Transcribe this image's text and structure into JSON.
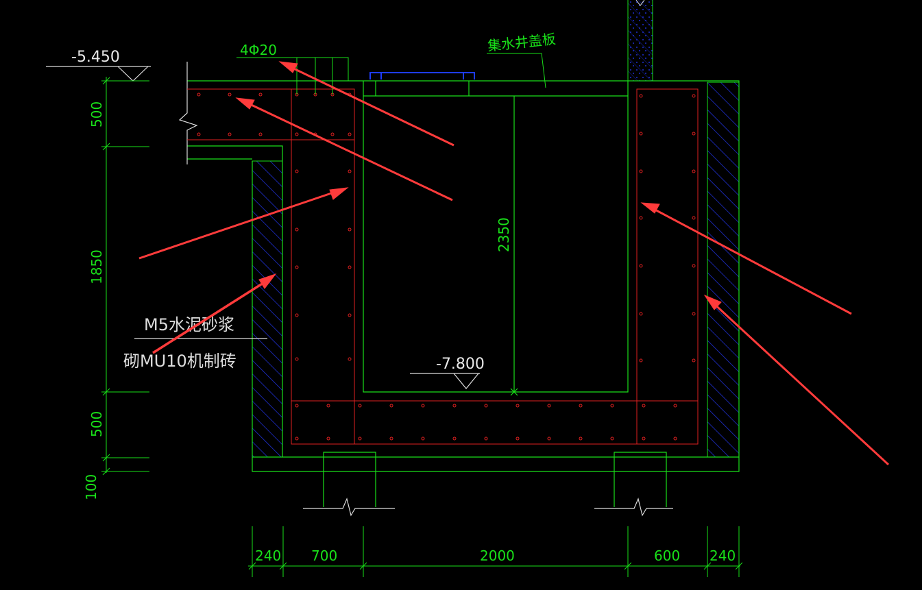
{
  "canvas": {
    "background": "#000000"
  },
  "colors": {
    "outline": "#19e019",
    "rebar": "#e02020",
    "hatch": "#1e2fd0",
    "text_white": "#e8e8e8",
    "arrow": "#ff3b3b",
    "cover_blue": "#1e3cff"
  },
  "levels": {
    "top": "-5.450",
    "bottom": "-7.800"
  },
  "labels": {
    "rebar_callout": "4Φ20",
    "cover_label": "集水井盖板",
    "mortar_line1": "M5水泥砂浆",
    "mortar_line2": "砌MU10机制砖"
  },
  "vertical_dims": {
    "top_slab": "500",
    "wall_height": "1850",
    "bottom_slab": "500",
    "cushion": "100",
    "inner_depth": "2350"
  },
  "horizontal_dims": [
    "240",
    "700",
    "2000",
    "600",
    "240"
  ],
  "annotation_arrows": 6
}
